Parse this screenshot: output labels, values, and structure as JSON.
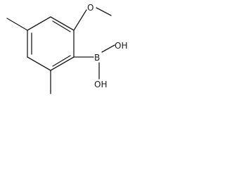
{
  "molecule": {
    "atoms": {
      "methoxy_oxygen": "O",
      "boron": "B",
      "hydroxyl_top": "OH",
      "hydroxyl_bottom": "OH"
    }
  }
}
